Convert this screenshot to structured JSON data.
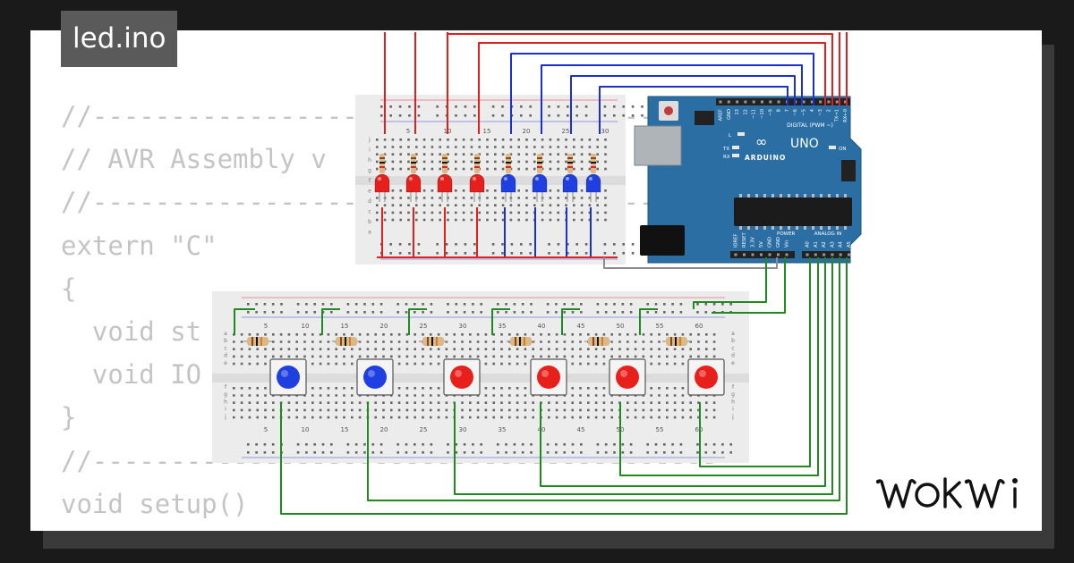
{
  "file_tab": {
    "name": "led.ino"
  },
  "code_lines": [
    "//----------------------------------------",
    "// AVR Assembly v",
    "//----------------------------------------",
    "extern \"C\"",
    "{",
    "  void st",
    "  void IO",
    "}",
    "//----------------------------------------",
    "void setup()",
    "{"
  ],
  "board": {
    "brand": "ARDUINO",
    "model": "UNO",
    "digital_header": "DIGITAL (PWM ~)",
    "aref_gnd": [
      "AREF",
      "GND"
    ],
    "digital_pins": [
      "13",
      "12",
      "~11",
      "~10",
      "~9",
      "8",
      "7",
      "~6",
      "~5",
      "4",
      "~3",
      "2",
      "TX→1",
      "RX←0"
    ],
    "power_label": "POWER",
    "power_pins": [
      "IOREF",
      "RESET",
      "3.3V",
      "5V",
      "GND",
      "GND",
      "Vin"
    ],
    "analog_label": "ANALOG IN",
    "analog_pins": [
      "A0",
      "A1",
      "A2",
      "A3",
      "A4",
      "A5"
    ],
    "led_labels": {
      "l": "L",
      "tx": "TX",
      "rx": "RX",
      "on": "ON"
    }
  },
  "breadboard_top": {
    "col_numbers": [
      "5",
      "10",
      "15",
      "20",
      "25",
      "30"
    ],
    "row_letters": [
      "j",
      "i",
      "h",
      "g",
      "f",
      "e",
      "d",
      "c",
      "b",
      "a"
    ],
    "led_colors": [
      "#e8201c",
      "#e8201c",
      "#e8201c",
      "#e8201c",
      "#1f3fe0",
      "#1f3fe0",
      "#1f3fe0",
      "#1f3fe0"
    ]
  },
  "breadboard_bottom": {
    "col_numbers": [
      "5",
      "10",
      "15",
      "20",
      "25",
      "30",
      "35",
      "40",
      "45",
      "50",
      "55",
      "60"
    ],
    "row_letters": [
      "a",
      "b",
      "c",
      "d",
      "e",
      "f",
      "g",
      "h",
      "i",
      "j"
    ],
    "button_colors": [
      "#1f3fe0",
      "#1f3fe0",
      "#e8201c",
      "#e8201c",
      "#e8201c",
      "#e8201c"
    ]
  },
  "colors": {
    "wire_red": "#e31e1e",
    "wire_blue": "#1b2fd2",
    "wire_green": "#1f8a1f",
    "wire_gray": "#8c8c8c",
    "board_blue": "#2a6ea4",
    "code_gray": "#c4c4c4",
    "tab_bg": "#5a5a5a"
  },
  "logo_icon": "wokwi-logo"
}
